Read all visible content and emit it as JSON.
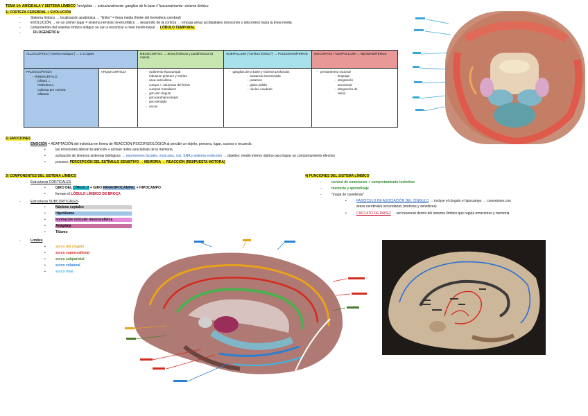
{
  "title": {
    "main": "TEMA 14: AMÍGDALA Y SISTEMA LÍMBICO",
    "subtitle": "*amígdala → estructuralmente: ganglios de la base // funcionalmente: sistema límbico"
  },
  "s1": {
    "heading": "1) CORTEZA CEREBRAL + EVOLUCIÓN",
    "b1": "Sistema límbico → localización anatómica → \"limbo\" = línea media (límite del hemisferio cerebral)",
    "b2": "EVOLUCIÓN → en un primer lugar = sistema nervioso rinencefálico → desarrollo de la corteza → empuja áreas archipaliales (neocortex y allocortex) hacia la línea media",
    "b3a": "componentes del sistema límbico antiguo se van a encontrar a nivel medio-basal → ",
    "b3b": "LÓBULO TEMPORAL",
    "b4": "FILOGENÉTICA:"
  },
  "table": {
    "h1": "ALLOCORTEX (\"cerebro antiguo\") → 1-2 capas",
    "h2": "MESOCORTEX → áreas límbicas y paralímbicas (3 capas)",
    "h3": "SUBPALLIUM (\"cerebro límbico\") → PALEOMAMÍFEROS",
    "h4": "ISOCORTEX / NEOPALLIUM → NEOMAMÍFEROS",
    "paleo_title": "PALEOCORTEZA",
    "paleo_items": [
      "RINENCÉFALO",
      "(olfato) =",
      "AMÍGDALA",
      "cubierta por corteza",
      "olfatoria"
    ],
    "archi_title": "ARQUICORTEZA",
    "meso_items": [
      "rudimento hipocampal",
      "indusium griseum y estrías",
      "área subcallosa",
      "cuerpo + columnas del fórnix",
      "cuerpos mamilares",
      "giro del cíngulo",
      "giro parahipocampal",
      "giro dentado",
      "uncus"
    ],
    "sub_intro": "ganglios de la base y núcleos profundos",
    "sub_items": [
      "sustancia innominada",
      "putamen",
      "globo pálido",
      "núcleo caudado"
    ],
    "neo_intro": "pensamiento racional",
    "neo_items": [
      "lenguaje",
      "integración emocional",
      "integración de visión"
    ]
  },
  "s2": {
    "heading": "2) EMOCIONES",
    "b1a": "EMOCIÓN",
    "b1b": " = ADAPTACIÓN del individuo en forma de REACCIÓN PSICOFISIOLÓGICA al percibir un objeto, persona, lugar, suceso o recuerdo.",
    "s1": "las emociones alteran la atención + activan redes asociativas de la memoria",
    "s2a": "activación de diversos sistemas biológicos → ",
    "s2b": "expresiones faciales, músculos, voz, SNA y sistema endocrino",
    "s2c": " → objetivo: medio interno óptimo para lograr un comportamiento efectivo",
    "s3a": "proceso: ",
    "s3b": "PERCEPCIÓN DEL ESTÍMULO SENSITIVO → MEMORIA → REACCIÓN (RESPUESTA MOTORA)"
  },
  "s3": {
    "heading": "3) COMPONENTES DEL SISTEMA LÍMBICO",
    "cort_title": "Estructuras CORTICALES",
    "cort1a": "GIRO DEL ",
    "cort1b": "CÍNGULO",
    "cort1c": " + GIRO ",
    "cort1d": "PARAHIPOCAMPAL",
    "cort1e": " + HIPOCAMPO",
    "cort2a": "forman el ",
    "cort2b": "LÓBULO LÍMBICO DE BROCA",
    "sub_title": "Estructuras SUBCORTICALES",
    "sub_items": [
      "Núcleos septales",
      "Hipotálamo",
      "Formación reticular mesencefálica",
      "Amígdala",
      "Tálamo"
    ],
    "lim_title": "Límites",
    "lim_items": [
      "surco del cíngulo",
      "surco suprarcallosal",
      "surco subparietal",
      "surco colateral",
      "surco rinal"
    ]
  },
  "s4": {
    "heading": "4) FUNCIONES DEL SISTEMA LÍMBICO",
    "f1": "control de emociones + comportamiento instintivo",
    "f2": "memoria y aprendizaje",
    "f3": "\"mapa de carreteras\"",
    "f3a1": "FASCÍCULO DE ASOCIACIÓN DEL CÍNGULO",
    "f3a2": " → incluye el cíngulo e hipocampo → conexiones con",
    "f3a3": "áreas cerebrales secundarias (motoras y sensitivas)",
    "f3b1": "CIRCUITO DE PAPEZ",
    "f3b2": " → red neuronal dentro del sistema límbico que regula emociones y memoria"
  },
  "colors": {
    "highlight_yellow": "#f7ee3a",
    "highlight_cyan": "#2fd6e8",
    "highlight_blue": "#9fc4e8",
    "highlight_pink": "#e58ad8",
    "allocortex_blue": "#a9c8ea",
    "mesocortex_green": "#c7e6b0",
    "subpallium_cyan": "#a8e0ec",
    "isocortex_red": "#e99898",
    "text_red": "#c8102e",
    "text_green": "#2f8a2f",
    "text_blue": "#1f5fb8"
  },
  "limit_colors": [
    "#e9a21a",
    "#d42a1e",
    "#4a7a2b",
    "#2a7fd4",
    "#39b8e6"
  ]
}
